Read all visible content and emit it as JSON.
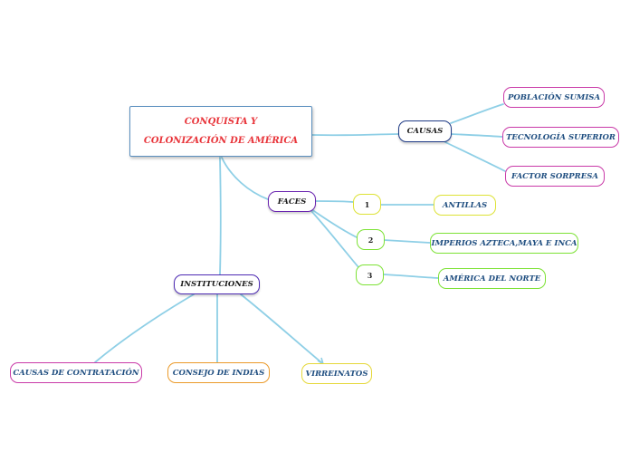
{
  "root": {
    "title": "CONQUISTA Y COLONIZACIÓN DE AMÉRICA"
  },
  "causas": {
    "label": "CAUSAS",
    "children": [
      "POBLACIÓN SUMISA",
      "TECNOLOGÍA SUPERIOR",
      "FACTOR SORPRESA"
    ]
  },
  "faces": {
    "label": "FACES",
    "numbers": [
      "1",
      "2",
      "3"
    ],
    "children": [
      "ANTILLAS",
      "IMPERIOS AZTECA,MAYA E INCA",
      "AMÉRICA DEL NORTE"
    ]
  },
  "instituciones": {
    "label": "INSTITUCIONES",
    "children": [
      "CAUSAS DE CONTRATACIÓN",
      "CONSEJO DE INDIAS",
      "VIRREINATOS"
    ]
  },
  "colors": {
    "link": "#8ecfe6",
    "root_text": "#e8343a",
    "causas_border": "#1f3b86",
    "faces_border": "#6a25b0",
    "instituciones_border": "#4d2ab3",
    "causas_children_border": "#c93aa8",
    "num_border": "#dde235",
    "num_border_green": "#7de235",
    "faces_children_border": "#7de235",
    "antillas_border": "#dde235",
    "contratacion_border": "#c93aa8",
    "consejo_border": "#eb9a2a",
    "virreinatos_border": "#e5d83a"
  }
}
